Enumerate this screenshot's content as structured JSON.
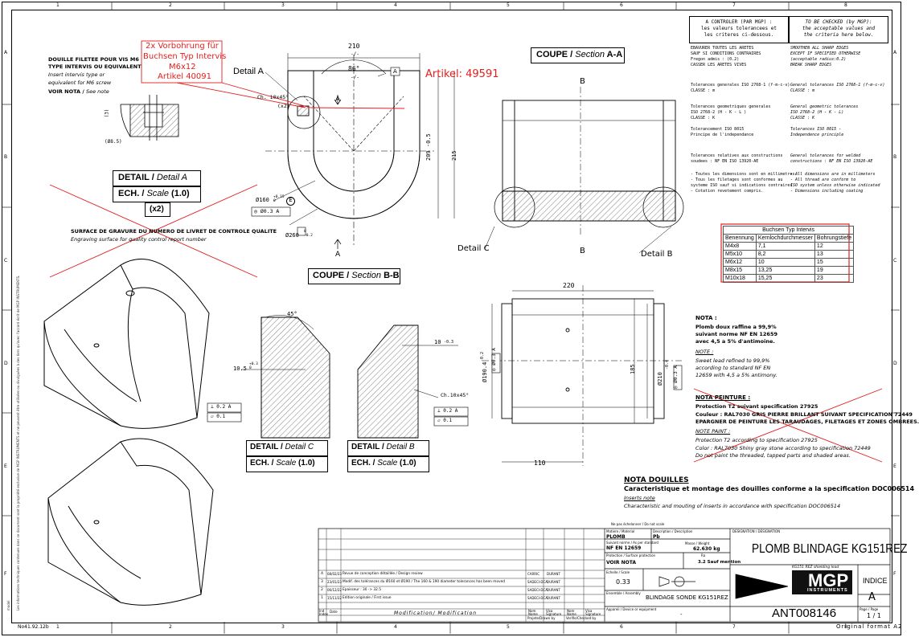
{
  "border": {
    "cols": [
      "1",
      "2",
      "3",
      "4",
      "5",
      "6",
      "7",
      "8"
    ],
    "rows": [
      "A",
      "B",
      "C",
      "D",
      "E",
      "F"
    ],
    "bottom_left_code": "No41.92.12b",
    "bottom_right": "Original format A2"
  },
  "annotation_red": {
    "vorbohrung_line1": "2x Vorbohrung für",
    "vorbohrung_line2": "Buchsen Typ Intervis",
    "vorbohrung_line3": "M6x12",
    "vorbohrung_line4": "Artikel 40091",
    "artikel": "Artikel: 49591"
  },
  "douille_note": {
    "fr1": "DOUILLE FILETEE POUR VIS M6",
    "fr2": "TYPE INTERVIS OU EQUIVALENT",
    "en1": "Insert intervis type or",
    "en2": "equivalent for M6 screw",
    "voir": "VOIR NOTA",
    "see": "See note"
  },
  "detail_a_dims": {
    "d1": "(3)",
    "d2": "(Ø8.5)"
  },
  "detail_a": {
    "title_fr": "DETAIL",
    "title_en": "Detail A",
    "ech_fr": "ECH.",
    "scale_en": "Scale",
    "scale_val": "(1.0)",
    "qty": "(x2)"
  },
  "surface_note": {
    "fr": "SURFACE DE GRAVURE DU NUMERO DE LIVRET DE CONTROLE QUALITE",
    "en": "Engraving surface for quality control report number"
  },
  "front_view": {
    "dim_210": "210",
    "tol_210": "-/-",
    "dim_ang": "86°",
    "tol_ang": "-/-",
    "detail_label": "Detail A",
    "chamfer": "Ch. 10x45°",
    "chamfer_qty": "(x2)",
    "datum_a": "A",
    "dim_209": "209 -0.5",
    "dim_215": "215",
    "dia_160": "Ø160",
    "dia_160_tol": "+0.15 0",
    "e_mark": "E",
    "dia_260": "Ø260",
    "dia_260_tol": "0 -0.2",
    "tol_circ": "Ø0.3",
    "tol_circ_ref": "A",
    "sec_a": "A",
    "sec_b": "B"
  },
  "coupe_aa": {
    "fr": "COUPE",
    "en": "Section",
    "id": "A-A",
    "b_top": "B",
    "b_bottom": "B",
    "detail_c": "Detail C",
    "detail_b": "Detail B"
  },
  "coupe_bb": {
    "fr": "COUPE",
    "en": "Section",
    "id": "B-B"
  },
  "side_view": {
    "dim_220": "220",
    "dim_110": "110",
    "dim_185": "185",
    "dia_190": "Ø190.4",
    "dia_190_tol": "-0.2",
    "dia_210": "Ø210",
    "dia_210_tol": "-0.4",
    "tol1": "Ø0.3",
    "tol1_ref": "A",
    "tol2": "Ø0.3",
    "tol2_ref": "A"
  },
  "detail_c_view": {
    "ang": "45°",
    "dim": "10.5",
    "dim_tol": "+0.3 0",
    "perp": "0.2",
    "perp_ref": "A",
    "flat": "0.1",
    "title_fr": "DETAIL",
    "title_en": "Detail C",
    "ech_fr": "ECH.",
    "scale_en": "Scale",
    "scale_val": "(1.0)"
  },
  "detail_b_view": {
    "dim": "10",
    "dim_tol": "-0.3",
    "chamfer": "Ch.10x45°",
    "perp": "0.2",
    "perp_ref": "A",
    "flat": "0.1",
    "title_fr": "DETAIL",
    "title_en": "Detail B",
    "ech_fr": "ECH.",
    "scale_en": "Scale",
    "scale_val": "(1.0)"
  },
  "control_box": {
    "fr_head": "A CONTROLER (PAR MGP) :\nles valeurs tolerancees et\nles criteres ci-dessous.",
    "en_head": "TO BE CHECKED (by MGP):\nthe acceptable values and\nthe criteria here below."
  },
  "tolerances": [
    {
      "fr": "EBAVURER TOUTES LES ARETES\nSAUF SI CONDITIONS CONTRAIRES\nFregon admis : (0.2)\nCASSER LES ARETES VIVES",
      "en": "SMOOTHEN ALL SHARP EDGES\nEXCEPT IF SPECIFIED OTHERWISE\n(acceptable radius:0.2)\nBREAK SHARP EDGES"
    },
    {
      "fr": "Tolerances generales ISO 2768-1 (f-m-c-v)\nCLASSE : m",
      "en": "General tolerances ISO 2768-1 (f-m-c-v)\nCLASSE : m"
    },
    {
      "fr": "Tolerances geometriques generales\nISO 2768-2 (H - K - L )\nCLASSE : K",
      "en": "General geometric tolerances\nISO 2768-2 (H - K - L)\nCLASSE : K"
    },
    {
      "fr": "Tolerancement ISO 8015\nPrincipe de l'independance",
      "en": "Tolerances ISO 8015 -\nIndependence principle"
    },
    {
      "fr": "Tolerances relatives aux constructions\nsoudees : NF EN ISO 13920-AE",
      "en": "General tolerances for welded\nconstructions : NF EN ISO 13920-AE"
    },
    {
      "fr": "- Toutes les dimensions sont en millimetres.\n- Tous les filetages sont conformes au\nsysteme ISO sauf si indications contraires.\n- Cotation revetement compris.",
      "en": "- All dimensions are in millimeters\n- All thread are conform to\nISO system unless otherwise indicated\n- Dimensions including coating"
    }
  ],
  "buchsen_table": {
    "title": "Buchsen Typ Intervis",
    "headers": [
      "Benennung",
      "Kernlochdurchmesser",
      "Bohrungstiefe"
    ],
    "rows": [
      [
        "M4x8",
        "7,1",
        "12"
      ],
      [
        "M5x10",
        "8,2",
        "13"
      ],
      [
        "M6x12",
        "10",
        "15"
      ],
      [
        "M8x15",
        "13,25",
        "19"
      ],
      [
        "M10x18",
        "15,25",
        "23"
      ]
    ]
  },
  "nota": {
    "title": "NOTA :",
    "fr": "Plomb doux raffine a 99,9%\nsuivant norme NF EN 12659\navec 4,5 a 5% d'antimoine.",
    "title_en": "NOTE :",
    "en": "Sweet lead refined to 99,9%\naccording to standard NF EN\n12659 with 4,5 a 5% antimony."
  },
  "nota_peinture": {
    "title": "NOTA PEINTURE :",
    "fr": "Protection T2 suivant specification 27925\nCouleur : RAL7030 GRIS PIERRE BRILLANT SUIVANT SPECIFICATION 72449\nEPARGNER DE PEINTURE LES TARAUDAGES, FILETAGES ET ZONES OMBREES.",
    "title_en": "NOTE PAINT :",
    "en": "Protection T2 according to specification 27925\nColor : RAL7030 Shiny gray stone according to specification 72449\nDo not paint the threaded, tapped parts and shaded areas."
  },
  "nota_douilles": {
    "title": "NOTA DOUILLES",
    "fr": "Caracteristique et montage des douilles conforme a la specification DOC006514",
    "title_en": "Inserts note",
    "en": "Characteristic and mouting of inserts in accordance with specification DOC006514"
  },
  "revisions": [
    {
      "ind": "A",
      "date": "08/02/23",
      "desc": "Revue de conception détaillée / Design review",
      "name": "CARRIC",
      "visa": "DURANT"
    },
    {
      "ind": "3",
      "date": "23/01/23",
      "desc": "Modif. des tolérances du Ø160 et Ø190 / The 160 & 190 diameter tolerances has been moved",
      "name": "SADECI-DCA",
      "visa": "DURANT"
    },
    {
      "ind": "2",
      "date": "06/12/22",
      "desc": "Epaisseur : 30 -> 32.5",
      "name": "SADECI-DCA",
      "visa": "DURANT"
    },
    {
      "ind": "1",
      "date": "15/11/22",
      "desc": "Edition originale / First issue",
      "name": "SADECI-DCA",
      "visa": "DURANT"
    }
  ],
  "rev_header": {
    "ind": "Ind Index",
    "date": "Date",
    "mod": "Modification/ Modification",
    "nom": "Nom Name",
    "visa": "Visa Signature",
    "nom2": "Nom Name",
    "visa2": "Visa Signature"
  },
  "rev_footer": {
    "a": "Projete/Drawn by",
    "b": "Verifie/Checked by"
  },
  "title_block": {
    "scale_note": "Ne pas échelonner / Do not scale",
    "materiel_label": "Matiere / Material",
    "materiel": "PLOMB",
    "desc_label": "Description / Description",
    "desc": "Pb",
    "norme_label": "Suivant norme / As per standard",
    "norme": "NF EN 12659",
    "masse_label": "Masse / Weight",
    "masse": "62.630 kg",
    "protection_label": "Protection / Surface protection",
    "protection": "VOIR NOTA",
    "ra_label": "Ra",
    "ra": "3.2 Sauf mention",
    "echelle_label": "Echelle / Scale",
    "echelle": "0.33",
    "ensemble_label": "Ensemble / Assembly",
    "ensemble": "BLINDAGE SONDE KG151REZ",
    "appareil_label": "Appareil / Device or equipment",
    "appareil": "-",
    "designation_label": "DESIGNATION / DESIGNATION",
    "designation": "PLOMB BLINDAGE KG151REZ",
    "designation_en": "KG151 REZ shielding lead",
    "company1": "MGP",
    "company2": "INSTRUMENTS",
    "indice_label": "INDICE",
    "indice": "A",
    "doc_no": "ANT008146",
    "page_label": "Page / Page",
    "page": "1 / 1"
  },
  "side_legal": "Les informations techniques contenues dans ce document sont la propriété exclusive de MGP INSTRUMENTS et ne peuvent être utilisées ou divulguées à des tiers qu'avec l'accord écrit de MGP INSTRUMENTS."
}
